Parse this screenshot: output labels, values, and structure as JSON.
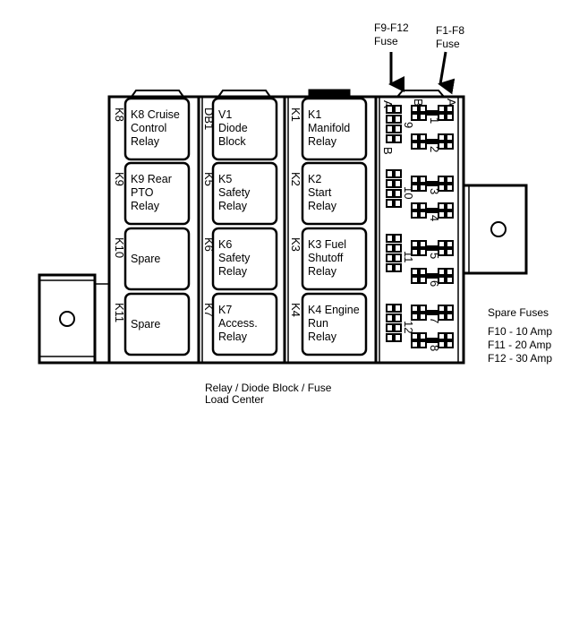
{
  "title": "Relay / Diode Block / Fuse Load Center",
  "caption_lines": [
    "Relay / Diode Block / Fuse",
    "Load Center"
  ],
  "arrows": [
    {
      "lines": [
        "F9-F12",
        "Fuse"
      ]
    },
    {
      "lines": [
        "F1-F8",
        "Fuse"
      ]
    }
  ],
  "spare_fuses": {
    "heading": "Spare Fuses",
    "items": [
      "F10 - 10 Amp",
      "F11 - 20 Amp",
      "F12 - 30 Amp"
    ]
  },
  "columns": [
    {
      "slots": [
        {
          "id": "K8",
          "lines": [
            "K8 Cruise",
            "Control",
            "Relay"
          ]
        },
        {
          "id": "K9",
          "lines": [
            "K9 Rear",
            "PTO",
            "Relay"
          ]
        },
        {
          "id": "K10",
          "lines": [
            "Spare"
          ]
        },
        {
          "id": "K11",
          "lines": [
            "Spare"
          ]
        }
      ]
    },
    {
      "slots": [
        {
          "id": "DB1",
          "lines": [
            "V1",
            "Diode",
            "Block"
          ]
        },
        {
          "id": "K5",
          "lines": [
            "K5",
            "Safety",
            "Relay"
          ]
        },
        {
          "id": "K6",
          "lines": [
            "K6",
            "Safety",
            "Relay"
          ]
        },
        {
          "id": "K7",
          "lines": [
            "K7",
            "Access.",
            "Relay"
          ]
        }
      ]
    },
    {
      "slots": [
        {
          "id": "K1",
          "lines": [
            "K1",
            "Manifold",
            "Relay"
          ]
        },
        {
          "id": "K2",
          "lines": [
            "K2",
            "Start",
            "Relay"
          ]
        },
        {
          "id": "K3",
          "lines": [
            "K3 Fuel",
            "Shutoff",
            "Relay"
          ]
        },
        {
          "id": "K4",
          "lines": [
            "K4 Engine",
            "Run",
            "Relay"
          ]
        }
      ]
    }
  ],
  "fuses_large": [
    "9",
    "10",
    "11",
    "12"
  ],
  "fuses_small": [
    "1",
    "2",
    "3",
    "4",
    "5",
    "6",
    "7",
    "8"
  ],
  "fuse_markers": {
    "a_left": "A",
    "b_left": "B",
    "b_right": "B",
    "a_right": "A"
  }
}
